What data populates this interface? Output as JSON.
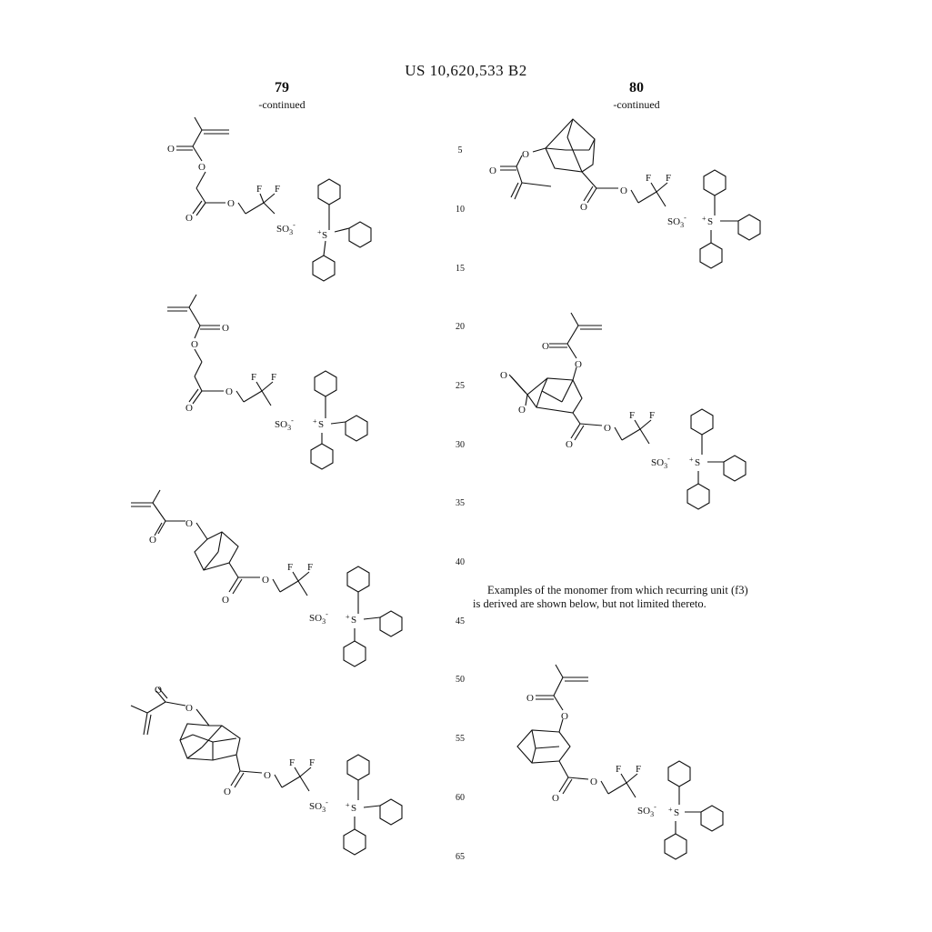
{
  "header": {
    "patent_number": "US 10,620,533 B2"
  },
  "left_column": {
    "page_number": "79",
    "continued": "-continued"
  },
  "right_column": {
    "page_number": "80",
    "continued": "-continued",
    "paragraph_line1": "Examples of the monomer from which recurring unit (f3)",
    "paragraph_line2": "is derived are shown below, but not limited thereto."
  },
  "line_numbers": [
    "5",
    "10",
    "15",
    "20",
    "25",
    "30",
    "35",
    "40",
    "45",
    "50",
    "55",
    "60",
    "65"
  ],
  "labels": {
    "O": "O",
    "F": "F",
    "S_cation": "S",
    "plus": "+",
    "SO3": "SO",
    "sub3": "3",
    "minus": "-"
  }
}
